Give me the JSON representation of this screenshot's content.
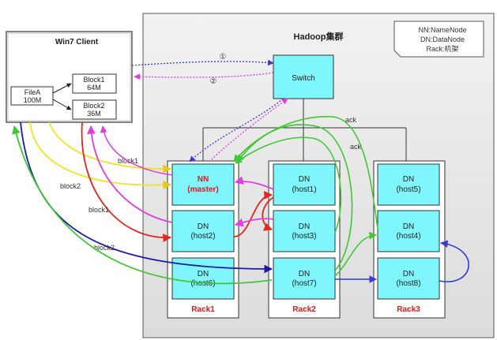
{
  "cluster": {
    "title": "Hadoop集群"
  },
  "legend": {
    "lines": [
      "NN:NameNode",
      "DN:DataNode",
      "Rack:机架"
    ]
  },
  "client": {
    "title": "Win7 Client",
    "file": {
      "name": "FileA",
      "size": "100M"
    },
    "blocks": [
      {
        "name": "Block1",
        "size": "64M"
      },
      {
        "name": "Block2",
        "size": "36M"
      }
    ]
  },
  "switch": {
    "label": "Switch"
  },
  "racks": [
    {
      "label": "Rack1",
      "nodes": [
        {
          "line1": "NN",
          "line2": "(master)",
          "master": true
        },
        {
          "line1": "DN",
          "line2": "(host2)"
        },
        {
          "line1": "DN",
          "line2": "(host6)"
        }
      ]
    },
    {
      "label": "Rack2",
      "nodes": [
        {
          "line1": "DN",
          "line2": "(host1)"
        },
        {
          "line1": "DN",
          "line2": "(host3)"
        },
        {
          "line1": "DN",
          "line2": "(host7)"
        }
      ]
    },
    {
      "label": "Rack3",
      "nodes": [
        {
          "line1": "DN",
          "line2": "(host5)"
        },
        {
          "line1": "DN",
          "line2": "(host4)"
        },
        {
          "line1": "DN",
          "line2": "(host8)"
        }
      ]
    }
  ],
  "flow_labels": {
    "step1": "①",
    "step2": "②",
    "ack1": "ack",
    "ack2": "ack",
    "block1_yellow": "block1",
    "block2_yellow": "block2",
    "block1_red": "block1",
    "block2_green": "block2"
  },
  "colors": {
    "node_fill": "#7ff6fb",
    "cluster_fill": "#e9e9e9",
    "master_text": "#e8141b",
    "rack_label": "#e8141b",
    "blue_dotted": "#3a3ad6",
    "magenta_dotted": "#e34de6",
    "yellow": "#f2e22a",
    "red": "#e3261f",
    "green": "#3ec832",
    "navy": "#1c1ca8",
    "magenta": "#e03de0",
    "blue": "#2a3bd8"
  }
}
